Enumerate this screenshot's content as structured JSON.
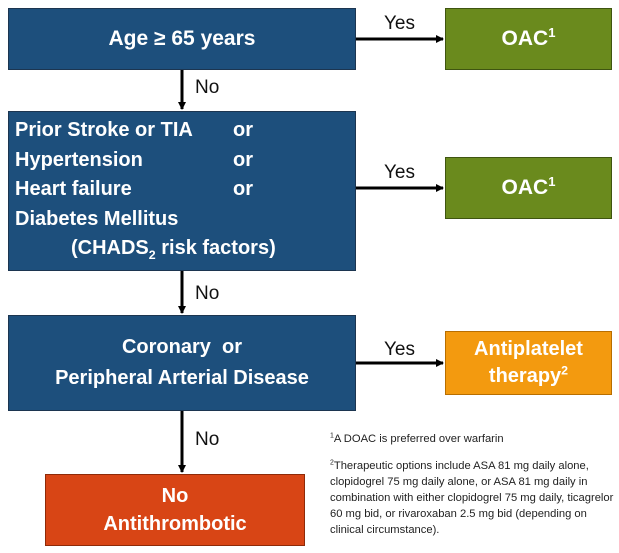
{
  "nodes": {
    "age": {
      "text": "Age ≥ 65 years"
    },
    "oac_1": {
      "text": "OAC",
      "sup": "1"
    },
    "risk": {
      "rows": [
        {
          "label": "Prior Stroke or TIA",
          "connector": "or"
        },
        {
          "label": "Hypertension",
          "connector": "or"
        },
        {
          "label": "Heart failure",
          "connector": "or"
        },
        {
          "label": "Diabetes Mellitus"
        }
      ],
      "chads": {
        "prefix": "(CHADS",
        "sub": "2",
        "suffix": " risk factors)"
      }
    },
    "oac_2": {
      "text": "OAC",
      "sup": "1"
    },
    "cad": {
      "line1": "Coronary  or",
      "line2": "Peripheral Arterial Disease"
    },
    "antiplatelet": {
      "line1": "Antiplatelet",
      "line2": "therapy",
      "sup": "2"
    },
    "no_antithrombotic": {
      "line1": "No",
      "line2": "Antithrombotic"
    }
  },
  "edges": {
    "yes_1": "Yes",
    "no_1": "No",
    "yes_2": "Yes",
    "no_2": "No",
    "yes_3": "Yes",
    "no_3": "No"
  },
  "footnotes": {
    "note1": {
      "marker": "1",
      "text": "A DOAC is preferred over warfarin"
    },
    "note2": {
      "marker": "2",
      "text": "Therapeutic options include ASA 81 mg daily alone, clopidogrel 75 mg daily alone, or ASA 81 mg daily in combination with either clopidogrel 75 mg daily, ticagrelor 60 mg bid, or rivaroxaban 2.5 mg bid (depending on clinical circumstance)."
    }
  },
  "colors": {
    "decision": "#1d4f7c",
    "oac": "#6a8a1d",
    "antiplatelet": "#f39a0f",
    "none": "#d84515"
  }
}
